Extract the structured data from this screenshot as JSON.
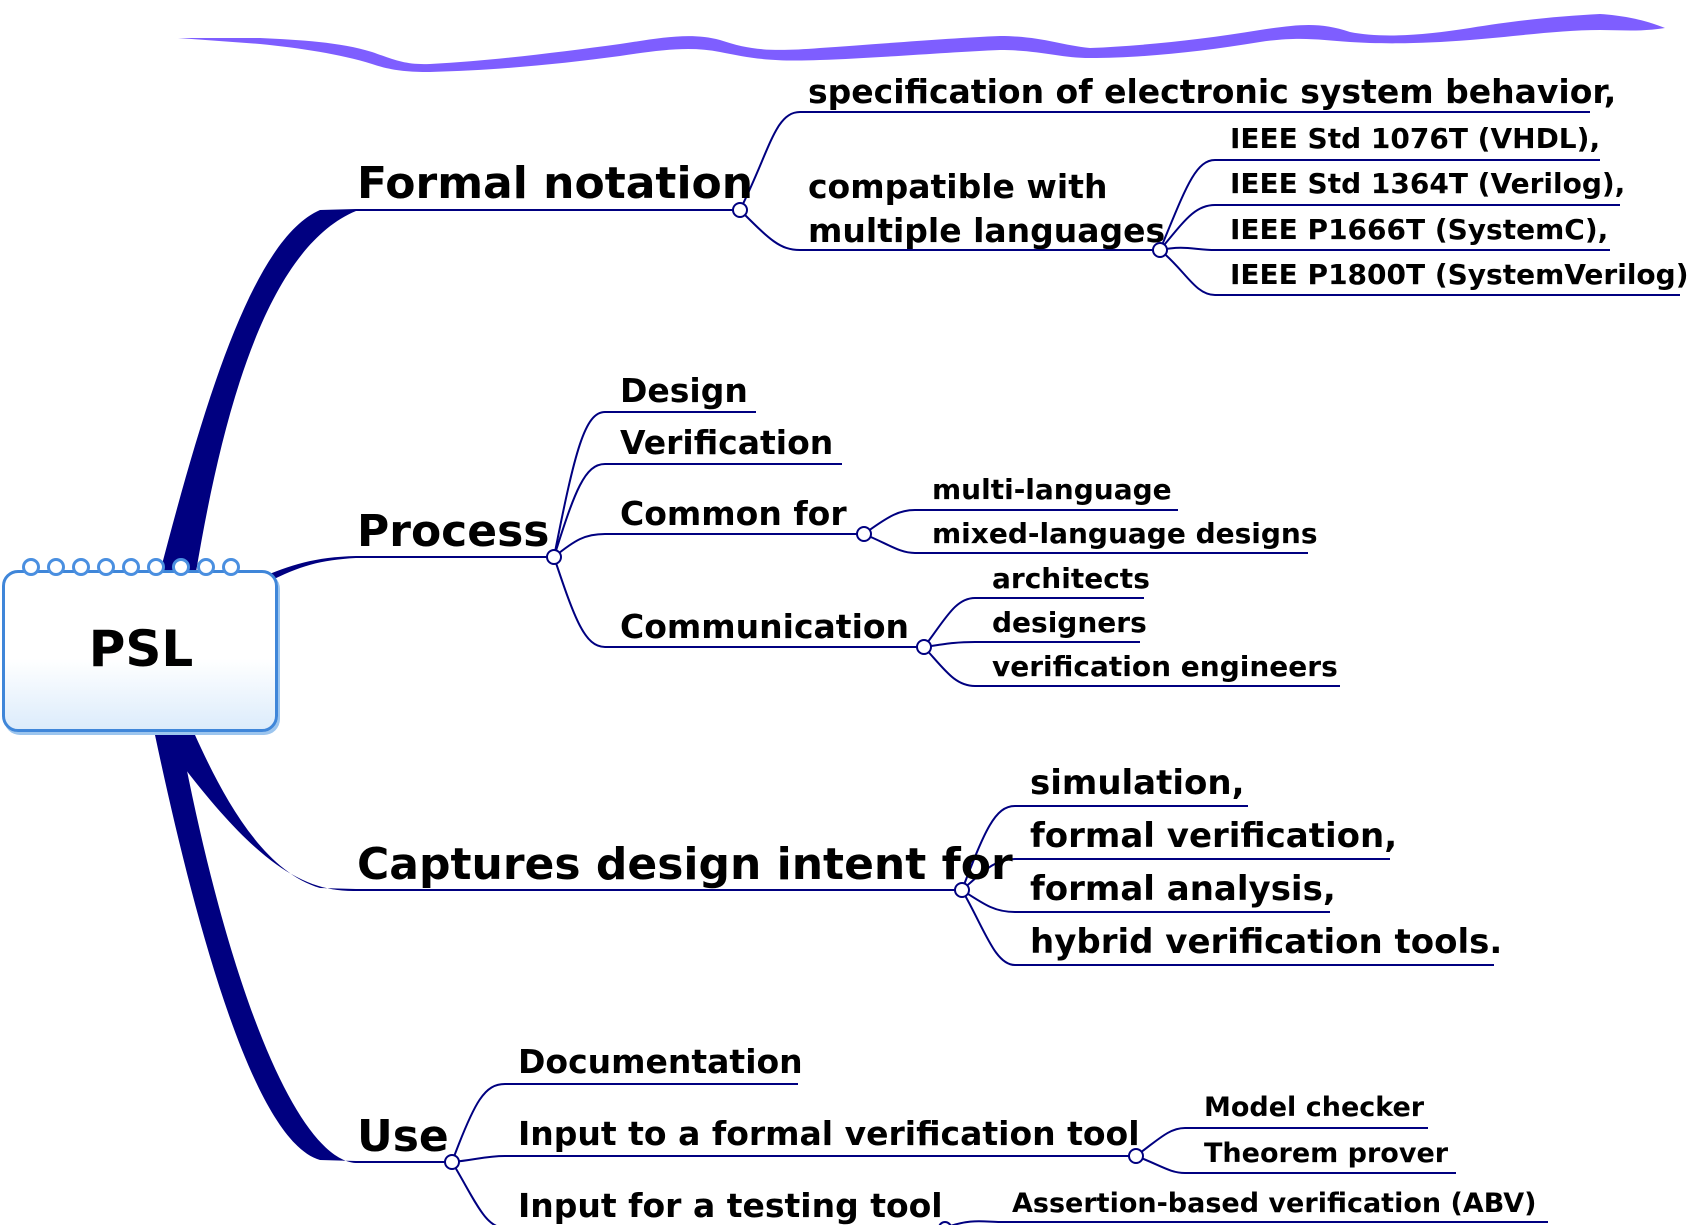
{
  "root": {
    "label": "PSL"
  },
  "colors": {
    "trunk": "#000080",
    "wire": "#000080",
    "squiggle": "#7755ff",
    "box_border": "#3f86d9"
  },
  "branches": [
    {
      "label": "Formal notation",
      "children": [
        {
          "label": "specification of electronic system behavior,"
        },
        {
          "label": "compatible with",
          "label2": "multiple languages",
          "children": [
            {
              "label": "IEEE Std 1076T (VHDL),"
            },
            {
              "label": "IEEE Std 1364T (Verilog),"
            },
            {
              "label": "IEEE P1666T (SystemC),"
            },
            {
              "label": "IEEE P1800T (SystemVerilog),"
            }
          ]
        }
      ]
    },
    {
      "label": "Process",
      "children": [
        {
          "label": "Design"
        },
        {
          "label": "Verification"
        },
        {
          "label": "Common for",
          "children": [
            {
              "label": "multi-language"
            },
            {
              "label": "mixed-language designs"
            }
          ]
        },
        {
          "label": "Communication",
          "children": [
            {
              "label": "architects"
            },
            {
              "label": "designers"
            },
            {
              "label": "verification engineers"
            }
          ]
        }
      ]
    },
    {
      "label": "Captures design intent for",
      "children": [
        {
          "label": "simulation,"
        },
        {
          "label": "formal verification,"
        },
        {
          "label": "formal analysis,"
        },
        {
          "label": "hybrid verification tools."
        }
      ]
    },
    {
      "label": "Use",
      "children": [
        {
          "label": "Documentation"
        },
        {
          "label": "Input to a formal verification tool",
          "children": [
            {
              "label": "Model checker"
            },
            {
              "label": "Theorem prover"
            }
          ]
        },
        {
          "label": "Input for a testing tool",
          "children": [
            {
              "label": "Assertion-based verification (ABV)"
            }
          ]
        }
      ]
    }
  ]
}
